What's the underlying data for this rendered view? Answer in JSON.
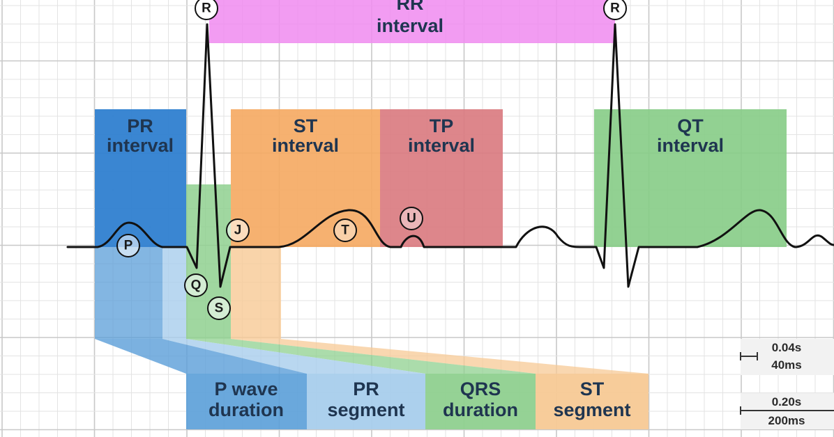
{
  "intervals": {
    "rr": {
      "line1": "RR",
      "line2": "interval",
      "color": "#f08bf0"
    },
    "pr": {
      "line1": "PR",
      "line2": "interval",
      "color": "#2f7fd0"
    },
    "st": {
      "line1": "ST",
      "line2": "interval",
      "color": "#f5a860"
    },
    "tp": {
      "line1": "TP",
      "line2": "interval",
      "color": "#d9797e"
    },
    "qt": {
      "line1": "QT",
      "line2": "interval",
      "color": "#86cc86"
    }
  },
  "durations": {
    "p_wave": {
      "line1": "P wave",
      "line2": "duration",
      "color": "#5a9ed8"
    },
    "pr_segment": {
      "line1": "PR",
      "line2": "segment",
      "color": "#a8cdec"
    },
    "qrs": {
      "line1": "QRS",
      "line2": "duration",
      "color": "#8fd08f"
    },
    "st_segment": {
      "line1": "ST",
      "line2": "segment",
      "color": "#f7c995"
    }
  },
  "waves": {
    "p": "P",
    "q": "Q",
    "r": "R",
    "s": "S",
    "j": "J",
    "t": "T",
    "u": "U"
  },
  "scale": {
    "small_line1": "0.04s",
    "small_line2": "40ms",
    "large_line1": "0.20s",
    "large_line2": "200ms"
  },
  "colors": {
    "grid_minor": "#e3e3e3",
    "grid_major": "#c8c8c8",
    "trace": "#111111",
    "label_text": "#1f3550"
  }
}
